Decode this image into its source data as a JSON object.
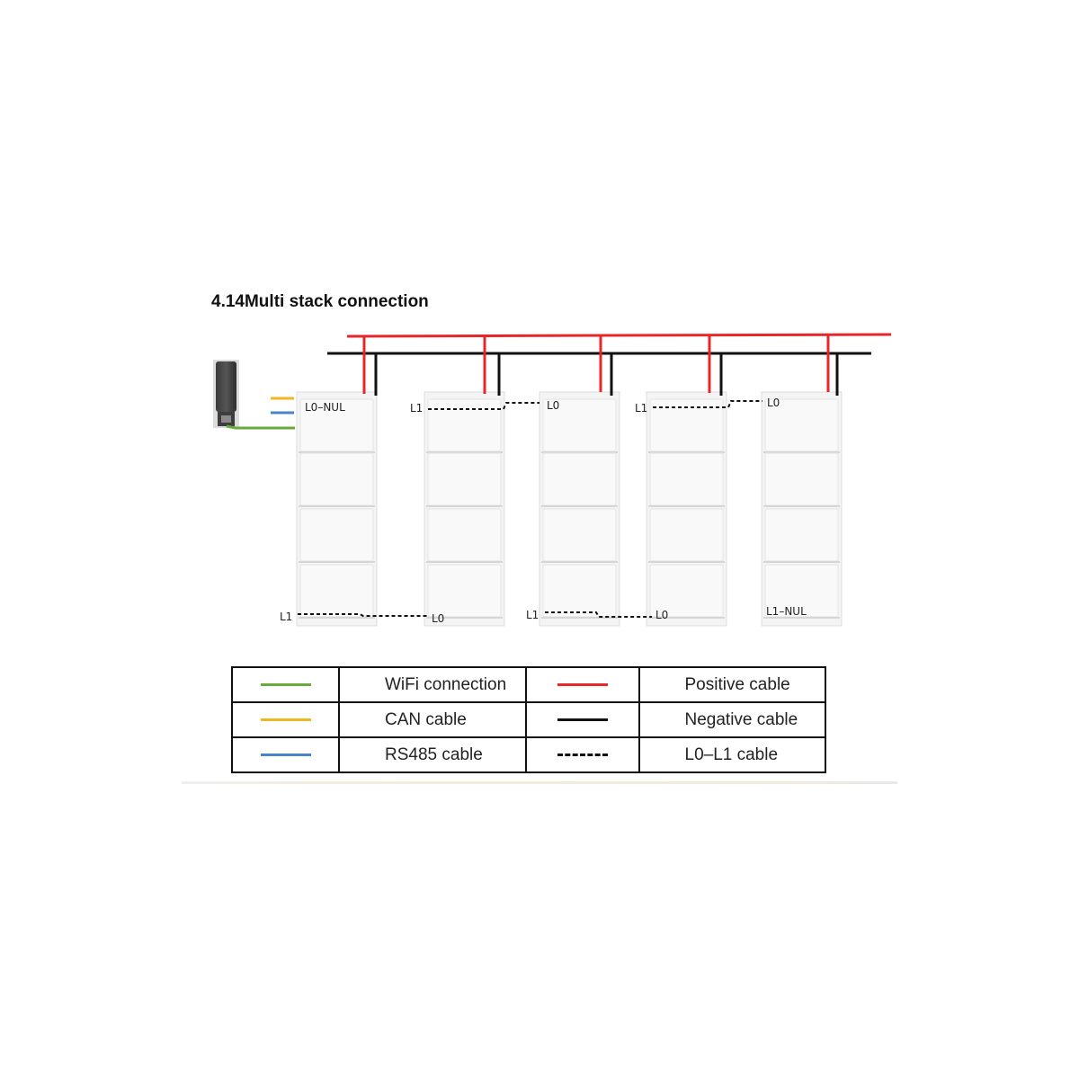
{
  "title": "4.14Multi stack connection",
  "colors": {
    "wifi": "#6aaa3c",
    "can": "#f2b623",
    "rs485": "#4a84c8",
    "positive": "#e8262a",
    "negative": "#111111",
    "l0l1": "#111111"
  },
  "device": {
    "icon": "wifi-dongle-icon"
  },
  "stacks": [
    {
      "top_label": "L0–NUL",
      "bottom_label": "L1"
    },
    {
      "top_label": "L1",
      "bottom_label": "L0"
    },
    {
      "top_label": "L0",
      "bottom_label": "L1"
    },
    {
      "top_label": "L1",
      "bottom_label": "L0"
    },
    {
      "top_label": "L0",
      "bottom_label": "L1–NUL"
    }
  ],
  "legend": [
    [
      {
        "label": "WiFi connection",
        "style": "wifi"
      },
      {
        "label": "Positive cable",
        "style": "positive"
      }
    ],
    [
      {
        "label": "CAN cable",
        "style": "can"
      },
      {
        "label": "Negative cable",
        "style": "negative"
      }
    ],
    [
      {
        "label": "RS485 cable",
        "style": "rs485"
      },
      {
        "label": "L0–L1 cable",
        "style": "l0l1"
      }
    ]
  ]
}
